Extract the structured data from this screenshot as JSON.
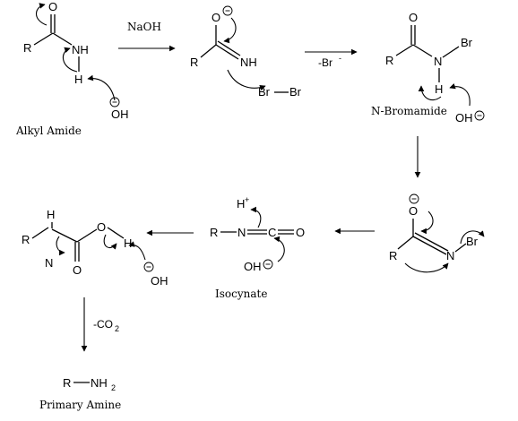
{
  "reagents": {
    "naoh": "NaOH",
    "minus_br": "-Br",
    "minus_br_sup": "-",
    "minus_co2": "-CO",
    "minus_co2_sub": "2"
  },
  "captions": {
    "alkyl_amide": "Alkyl Amide",
    "n_bromamide": "N-Bromamide",
    "isocynate": "Isocynate",
    "primary_amine": "Primary Amine"
  },
  "atoms": {
    "R": "R",
    "O": "O",
    "N": "N",
    "NH": "NH",
    "H": "H",
    "Br": "Br",
    "OH": "OH",
    "C": "C",
    "NH2_main": "NH",
    "NH2_sub": "2",
    "Hplus": "H",
    "plus": "+"
  }
}
